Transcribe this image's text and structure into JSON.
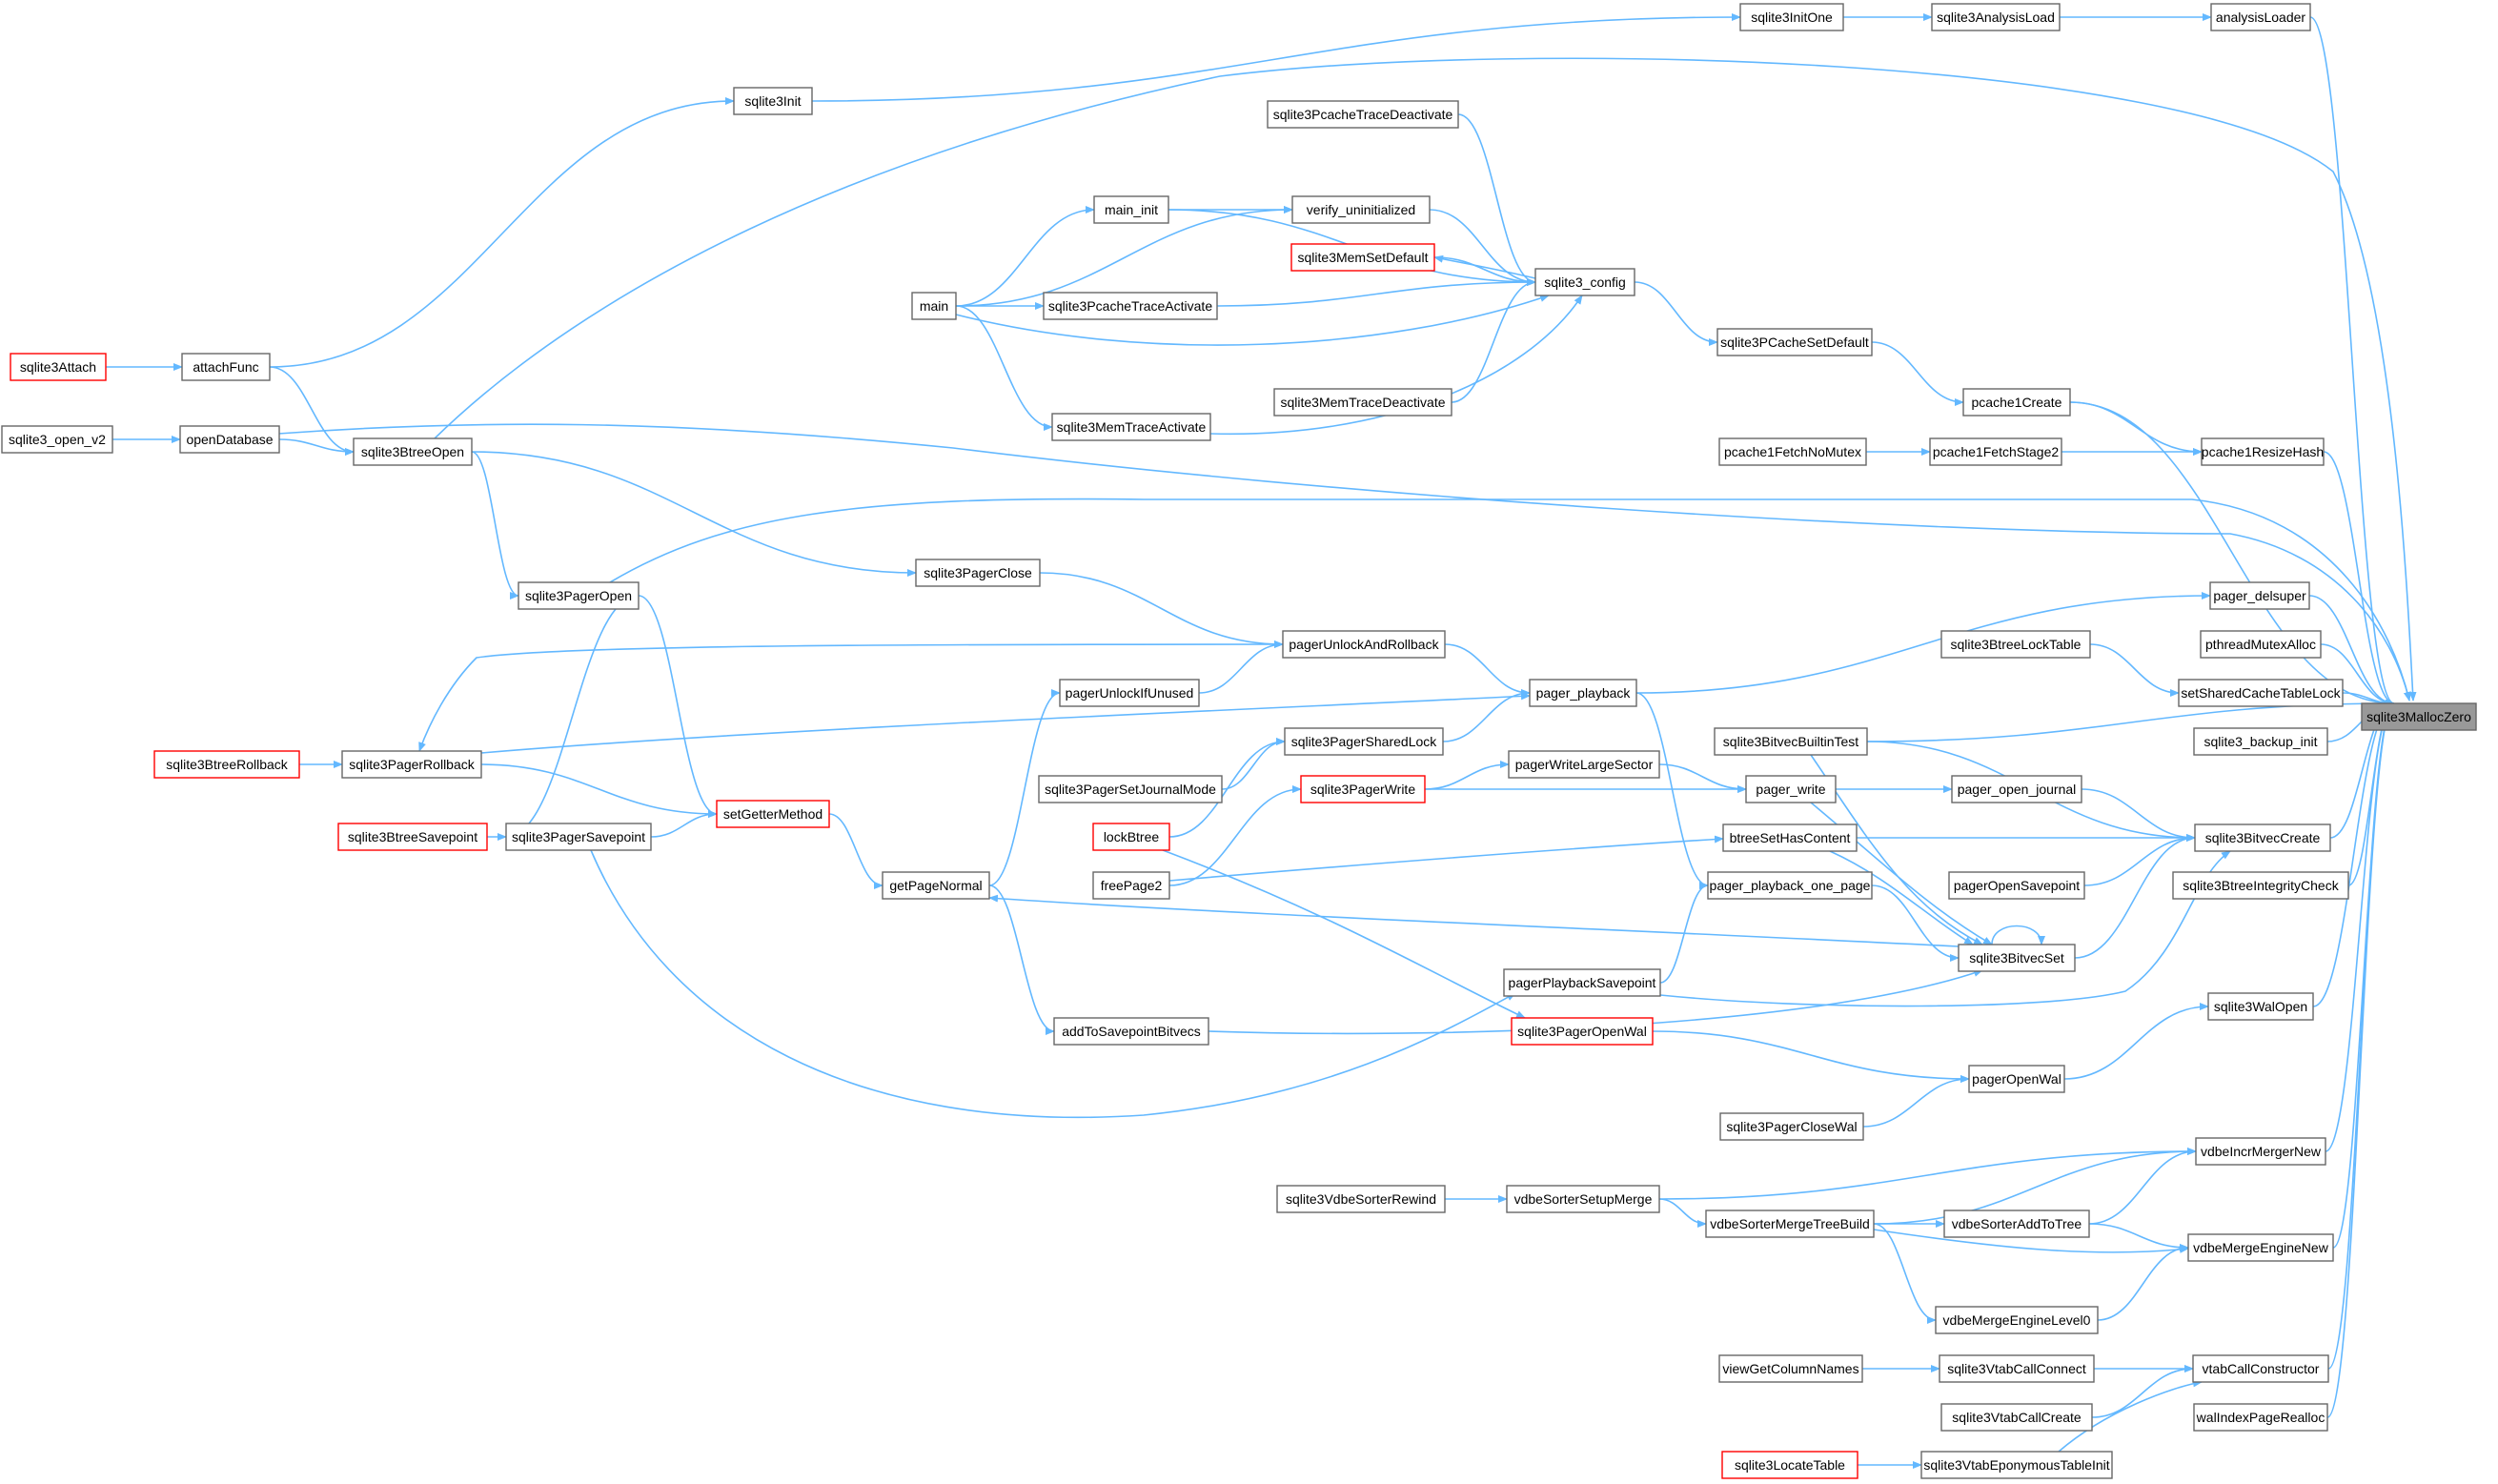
{
  "graph": {
    "colors": {
      "edge": "#63b8ff",
      "node_border": "#666666",
      "node_border_highlight": "#ff0000",
      "root_fill": "#999999"
    },
    "nodes": [
      {
        "id": "sqlite3MallocZero",
        "label": "sqlite3MallocZero",
        "style": "root"
      },
      {
        "id": "analysisLoader",
        "label": "analysisLoader",
        "style": "normal"
      },
      {
        "id": "sqlite3AnalysisLoad",
        "label": "sqlite3AnalysisLoad",
        "style": "normal"
      },
      {
        "id": "sqlite3InitOne",
        "label": "sqlite3InitOne",
        "style": "normal"
      },
      {
        "id": "sqlite3Init",
        "label": "sqlite3Init",
        "style": "normal"
      },
      {
        "id": "attachFunc",
        "label": "attachFunc",
        "style": "normal"
      },
      {
        "id": "sqlite3Attach",
        "label": "sqlite3Attach",
        "style": "red"
      },
      {
        "id": "sqlite3BtreeOpen",
        "label": "sqlite3BtreeOpen",
        "style": "normal"
      },
      {
        "id": "openDatabase",
        "label": "openDatabase",
        "style": "normal"
      },
      {
        "id": "sqlite3_open_v2",
        "label": "sqlite3_open_v2",
        "style": "normal"
      },
      {
        "id": "sqlite3PcacheTraceDeactivate",
        "label": "sqlite3PcacheTraceDeactivate",
        "style": "normal"
      },
      {
        "id": "main_init",
        "label": "main_init",
        "style": "normal"
      },
      {
        "id": "verify_uninitialized",
        "label": "verify_uninitialized",
        "style": "normal"
      },
      {
        "id": "sqlite3MemSetDefault",
        "label": "sqlite3MemSetDefault",
        "style": "red"
      },
      {
        "id": "main",
        "label": "main",
        "style": "normal"
      },
      {
        "id": "sqlite3PcacheTraceActivate",
        "label": "sqlite3PcacheTraceActivate",
        "style": "normal"
      },
      {
        "id": "sqlite3_config",
        "label": "sqlite3_config",
        "style": "normal"
      },
      {
        "id": "sqlite3PCacheSetDefault",
        "label": "sqlite3PCacheSetDefault",
        "style": "normal"
      },
      {
        "id": "sqlite3MemTraceDeactivate",
        "label": "sqlite3MemTraceDeactivate",
        "style": "normal"
      },
      {
        "id": "sqlite3MemTraceActivate",
        "label": "sqlite3MemTraceActivate",
        "style": "normal"
      },
      {
        "id": "pcache1Create",
        "label": "pcache1Create",
        "style": "normal"
      },
      {
        "id": "pcache1FetchNoMutex",
        "label": "pcache1FetchNoMutex",
        "style": "normal"
      },
      {
        "id": "pcache1FetchStage2",
        "label": "pcache1FetchStage2",
        "style": "normal"
      },
      {
        "id": "pcache1ResizeHash",
        "label": "pcache1ResizeHash",
        "style": "normal"
      },
      {
        "id": "sqlite3PagerOpen",
        "label": "sqlite3PagerOpen",
        "style": "normal"
      },
      {
        "id": "sqlite3PagerClose",
        "label": "sqlite3PagerClose",
        "style": "normal"
      },
      {
        "id": "pager_delsuper",
        "label": "pager_delsuper",
        "style": "normal"
      },
      {
        "id": "pagerUnlockAndRollback",
        "label": "pagerUnlockAndRollback",
        "style": "normal"
      },
      {
        "id": "sqlite3BtreeLockTable",
        "label": "sqlite3BtreeLockTable",
        "style": "normal"
      },
      {
        "id": "pthreadMutexAlloc",
        "label": "pthreadMutexAlloc",
        "style": "normal"
      },
      {
        "id": "pagerUnlockIfUnused",
        "label": "pagerUnlockIfUnused",
        "style": "normal"
      },
      {
        "id": "pager_playback",
        "label": "pager_playback",
        "style": "normal"
      },
      {
        "id": "setSharedCacheTableLock",
        "label": "setSharedCacheTableLock",
        "style": "normal"
      },
      {
        "id": "sqlite3BtreeRollback",
        "label": "sqlite3BtreeRollback",
        "style": "red"
      },
      {
        "id": "sqlite3PagerRollback",
        "label": "sqlite3PagerRollback",
        "style": "normal"
      },
      {
        "id": "sqlite3PagerSharedLock",
        "label": "sqlite3PagerSharedLock",
        "style": "normal"
      },
      {
        "id": "sqlite3BitvecBuiltinTest",
        "label": "sqlite3BitvecBuiltinTest",
        "style": "normal"
      },
      {
        "id": "sqlite3_backup_init",
        "label": "sqlite3_backup_init",
        "style": "normal"
      },
      {
        "id": "sqlite3PagerSetJournalMode",
        "label": "sqlite3PagerSetJournalMode",
        "style": "normal"
      },
      {
        "id": "pagerWriteLargeSector",
        "label": "pagerWriteLargeSector",
        "style": "normal"
      },
      {
        "id": "setGetterMethod",
        "label": "setGetterMethod",
        "style": "red"
      },
      {
        "id": "sqlite3PagerWrite",
        "label": "sqlite3PagerWrite",
        "style": "red"
      },
      {
        "id": "pager_write",
        "label": "pager_write",
        "style": "normal"
      },
      {
        "id": "pager_open_journal",
        "label": "pager_open_journal",
        "style": "normal"
      },
      {
        "id": "sqlite3BtreeSavepoint",
        "label": "sqlite3BtreeSavepoint",
        "style": "red"
      },
      {
        "id": "sqlite3PagerSavepoint",
        "label": "sqlite3PagerSavepoint",
        "style": "normal"
      },
      {
        "id": "lockBtree",
        "label": "lockBtree",
        "style": "red"
      },
      {
        "id": "btreeSetHasContent",
        "label": "btreeSetHasContent",
        "style": "normal"
      },
      {
        "id": "sqlite3BitvecCreate",
        "label": "sqlite3BitvecCreate",
        "style": "normal"
      },
      {
        "id": "getPageNormal",
        "label": "getPageNormal",
        "style": "normal"
      },
      {
        "id": "freePage2",
        "label": "freePage2",
        "style": "normal"
      },
      {
        "id": "pager_playback_one_page",
        "label": "pager_playback_one_page",
        "style": "normal"
      },
      {
        "id": "pagerOpenSavepoint",
        "label": "pagerOpenSavepoint",
        "style": "normal"
      },
      {
        "id": "sqlite3BtreeIntegrityCheck",
        "label": "sqlite3BtreeIntegrityCheck",
        "style": "normal"
      },
      {
        "id": "sqlite3BitvecSet",
        "label": "sqlite3BitvecSet",
        "style": "normal"
      },
      {
        "id": "pagerPlaybackSavepoint",
        "label": "pagerPlaybackSavepoint",
        "style": "normal"
      },
      {
        "id": "sqlite3WalOpen",
        "label": "sqlite3WalOpen",
        "style": "normal"
      },
      {
        "id": "addToSavepointBitvecs",
        "label": "addToSavepointBitvecs",
        "style": "normal"
      },
      {
        "id": "sqlite3PagerOpenWal",
        "label": "sqlite3PagerOpenWal",
        "style": "red"
      },
      {
        "id": "pagerOpenWal",
        "label": "pagerOpenWal",
        "style": "normal"
      },
      {
        "id": "sqlite3PagerCloseWal",
        "label": "sqlite3PagerCloseWal",
        "style": "normal"
      },
      {
        "id": "vdbeIncrMergerNew",
        "label": "vdbeIncrMergerNew",
        "style": "normal"
      },
      {
        "id": "sqlite3VdbeSorterRewind",
        "label": "sqlite3VdbeSorterRewind",
        "style": "normal"
      },
      {
        "id": "vdbeSorterSetupMerge",
        "label": "vdbeSorterSetupMerge",
        "style": "normal"
      },
      {
        "id": "vdbeSorterMergeTreeBuild",
        "label": "vdbeSorterMergeTreeBuild",
        "style": "normal"
      },
      {
        "id": "vdbeSorterAddToTree",
        "label": "vdbeSorterAddToTree",
        "style": "normal"
      },
      {
        "id": "vdbeMergeEngineNew",
        "label": "vdbeMergeEngineNew",
        "style": "normal"
      },
      {
        "id": "vdbeMergeEngineLevel0",
        "label": "vdbeMergeEngineLevel0",
        "style": "normal"
      },
      {
        "id": "viewGetColumnNames",
        "label": "viewGetColumnNames",
        "style": "normal"
      },
      {
        "id": "sqlite3VtabCallConnect",
        "label": "sqlite3VtabCallConnect",
        "style": "normal"
      },
      {
        "id": "vtabCallConstructor",
        "label": "vtabCallConstructor",
        "style": "normal"
      },
      {
        "id": "sqlite3VtabCallCreate",
        "label": "sqlite3VtabCallCreate",
        "style": "normal"
      },
      {
        "id": "walIndexPageRealloc",
        "label": "walIndexPageRealloc",
        "style": "normal"
      },
      {
        "id": "sqlite3LocateTable",
        "label": "sqlite3LocateTable",
        "style": "red"
      },
      {
        "id": "sqlite3VtabEponymousTableInit",
        "label": "sqlite3VtabEponymousTableInit",
        "style": "normal"
      }
    ],
    "edges": [
      [
        "analysisLoader",
        "sqlite3MallocZero"
      ],
      [
        "sqlite3AnalysisLoad",
        "analysisLoader"
      ],
      [
        "sqlite3InitOne",
        "sqlite3AnalysisLoad"
      ],
      [
        "sqlite3Init",
        "sqlite3InitOne"
      ],
      [
        "attachFunc",
        "sqlite3Init"
      ],
      [
        "sqlite3Attach",
        "attachFunc"
      ],
      [
        "attachFunc",
        "sqlite3BtreeOpen"
      ],
      [
        "openDatabase",
        "sqlite3BtreeOpen"
      ],
      [
        "sqlite3_open_v2",
        "openDatabase"
      ],
      [
        "sqlite3BtreeOpen",
        "sqlite3MallocZero"
      ],
      [
        "openDatabase",
        "sqlite3MallocZero"
      ],
      [
        "sqlite3PcacheTraceDeactivate",
        "sqlite3_config"
      ],
      [
        "main_init",
        "sqlite3_config"
      ],
      [
        "main_init",
        "verify_uninitialized"
      ],
      [
        "verify_uninitialized",
        "sqlite3_config"
      ],
      [
        "main",
        "main_init"
      ],
      [
        "main",
        "verify_uninitialized"
      ],
      [
        "main",
        "sqlite3PcacheTraceActivate"
      ],
      [
        "main",
        "sqlite3_config"
      ],
      [
        "main",
        "sqlite3MemTraceActivate"
      ],
      [
        "sqlite3PcacheTraceActivate",
        "sqlite3_config"
      ],
      [
        "sqlite3MemSetDefault",
        "sqlite3_config"
      ],
      [
        "sqlite3_config",
        "sqlite3MemSetDefault"
      ],
      [
        "sqlite3MemTraceDeactivate",
        "sqlite3_config"
      ],
      [
        "sqlite3MemTraceActivate",
        "sqlite3_config"
      ],
      [
        "sqlite3_config",
        "sqlite3PCacheSetDefault"
      ],
      [
        "sqlite3PCacheSetDefault",
        "pcache1Create"
      ],
      [
        "pcache1Create",
        "pcache1ResizeHash"
      ],
      [
        "pcache1Create",
        "sqlite3MallocZero"
      ],
      [
        "pcache1FetchNoMutex",
        "pcache1FetchStage2"
      ],
      [
        "pcache1FetchStage2",
        "pcache1ResizeHash"
      ],
      [
        "pcache1ResizeHash",
        "sqlite3MallocZero"
      ],
      [
        "sqlite3BtreeOpen",
        "sqlite3PagerOpen"
      ],
      [
        "sqlite3BtreeOpen",
        "sqlite3PagerClose"
      ],
      [
        "sqlite3PagerOpen",
        "sqlite3MallocZero"
      ],
      [
        "sqlite3PagerClose",
        "pagerUnlockAndRollback"
      ],
      [
        "pager_delsuper",
        "sqlite3MallocZero"
      ],
      [
        "pager_playback",
        "pager_delsuper"
      ],
      [
        "pagerUnlockAndRollback",
        "pager_playback"
      ],
      [
        "pagerUnlockAndRollback",
        "sqlite3PagerRollback"
      ],
      [
        "pagerUnlockIfUnused",
        "pagerUnlockAndRollback"
      ],
      [
        "sqlite3BtreeLockTable",
        "setSharedCacheTableLock"
      ],
      [
        "setSharedCacheTableLock",
        "sqlite3MallocZero"
      ],
      [
        "pthreadMutexAlloc",
        "sqlite3MallocZero"
      ],
      [
        "sqlite3_backup_init",
        "sqlite3MallocZero"
      ],
      [
        "sqlite3BtreeRollback",
        "sqlite3PagerRollback"
      ],
      [
        "sqlite3PagerRollback",
        "pager_playback"
      ],
      [
        "sqlite3PagerRollback",
        "setGetterMethod"
      ],
      [
        "sqlite3PagerSharedLock",
        "pager_playback"
      ],
      [
        "sqlite3PagerSetJournalMode",
        "sqlite3PagerSharedLock"
      ],
      [
        "lockBtree",
        "sqlite3PagerSharedLock"
      ],
      [
        "sqlite3PagerOpen",
        "setGetterMethod"
      ],
      [
        "sqlite3PagerSavepoint",
        "setGetterMethod"
      ],
      [
        "sqlite3BtreeSavepoint",
        "sqlite3PagerSavepoint"
      ],
      [
        "sqlite3PagerSavepoint",
        "sqlite3PagerOpen"
      ],
      [
        "sqlite3PagerSavepoint",
        "pagerPlaybackSavepoint"
      ],
      [
        "setGetterMethod",
        "getPageNormal"
      ],
      [
        "getPageNormal",
        "pagerUnlockIfUnused"
      ],
      [
        "getPageNormal",
        "addToSavepointBitvecs"
      ],
      [
        "sqlite3BitvecSet",
        "getPageNormal"
      ],
      [
        "sqlite3PagerWrite",
        "pagerWriteLargeSector"
      ],
      [
        "sqlite3PagerWrite",
        "pager_write"
      ],
      [
        "pagerWriteLargeSector",
        "pager_write"
      ],
      [
        "pager_write",
        "pager_open_journal"
      ],
      [
        "pager_open_journal",
        "sqlite3BitvecCreate"
      ],
      [
        "freePage2",
        "sqlite3PagerWrite"
      ],
      [
        "freePage2",
        "btreeSetHasContent"
      ],
      [
        "lockBtree",
        "sqlite3PagerOpenWal"
      ],
      [
        "btreeSetHasContent",
        "sqlite3BitvecCreate"
      ],
      [
        "btreeSetHasContent",
        "sqlite3BitvecSet"
      ],
      [
        "sqlite3BitvecBuiltinTest",
        "sqlite3BitvecCreate"
      ],
      [
        "sqlite3BitvecBuiltinTest",
        "sqlite3BitvecSet"
      ],
      [
        "sqlite3BitvecBuiltinTest",
        "sqlite3MallocZero"
      ],
      [
        "pager_playback",
        "pager_playback_one_page"
      ],
      [
        "pager_playback_one_page",
        "sqlite3BitvecSet"
      ],
      [
        "pagerPlaybackSavepoint",
        "pager_playback_one_page"
      ],
      [
        "pagerPlaybackSavepoint",
        "sqlite3BitvecCreate"
      ],
      [
        "pager_write",
        "sqlite3BitvecSet"
      ],
      [
        "pagerOpenSavepoint",
        "sqlite3BitvecCreate"
      ],
      [
        "sqlite3BitvecSet",
        "sqlite3BitvecSet"
      ],
      [
        "sqlite3BitvecSet",
        "sqlite3BitvecCreate"
      ],
      [
        "addToSavepointBitvecs",
        "sqlite3BitvecSet"
      ],
      [
        "sqlite3BitvecCreate",
        "sqlite3MallocZero"
      ],
      [
        "sqlite3BtreeIntegrityCheck",
        "sqlite3MallocZero"
      ],
      [
        "sqlite3PagerOpenWal",
        "pagerOpenWal"
      ],
      [
        "sqlite3PagerCloseWal",
        "pagerOpenWal"
      ],
      [
        "pagerOpenWal",
        "sqlite3WalOpen"
      ],
      [
        "sqlite3WalOpen",
        "sqlite3MallocZero"
      ],
      [
        "sqlite3VdbeSorterRewind",
        "vdbeSorterSetupMerge"
      ],
      [
        "vdbeSorterSetupMerge",
        "vdbeIncrMergerNew"
      ],
      [
        "vdbeSorterSetupMerge",
        "vdbeSorterMergeTreeBuild"
      ],
      [
        "vdbeSorterMergeTreeBuild",
        "vdbeIncrMergerNew"
      ],
      [
        "vdbeSorterMergeTreeBuild",
        "vdbeSorterAddToTree"
      ],
      [
        "vdbeSorterMergeTreeBuild",
        "vdbeMergeEngineNew"
      ],
      [
        "vdbeSorterMergeTreeBuild",
        "vdbeMergeEngineLevel0"
      ],
      [
        "vdbeSorterAddToTree",
        "vdbeIncrMergerNew"
      ],
      [
        "vdbeSorterAddToTree",
        "vdbeMergeEngineNew"
      ],
      [
        "vdbeMergeEngineLevel0",
        "vdbeMergeEngineNew"
      ],
      [
        "vdbeIncrMergerNew",
        "sqlite3MallocZero"
      ],
      [
        "vdbeMergeEngineNew",
        "sqlite3MallocZero"
      ],
      [
        "viewGetColumnNames",
        "sqlite3VtabCallConnect"
      ],
      [
        "sqlite3VtabCallConnect",
        "vtabCallConstructor"
      ],
      [
        "sqlite3VtabCallCreate",
        "vtabCallConstructor"
      ],
      [
        "sqlite3LocateTable",
        "sqlite3VtabEponymousTableInit"
      ],
      [
        "sqlite3VtabEponymousTableInit",
        "vtabCallConstructor"
      ],
      [
        "vtabCallConstructor",
        "sqlite3MallocZero"
      ],
      [
        "walIndexPageRealloc",
        "sqlite3MallocZero"
      ]
    ]
  }
}
